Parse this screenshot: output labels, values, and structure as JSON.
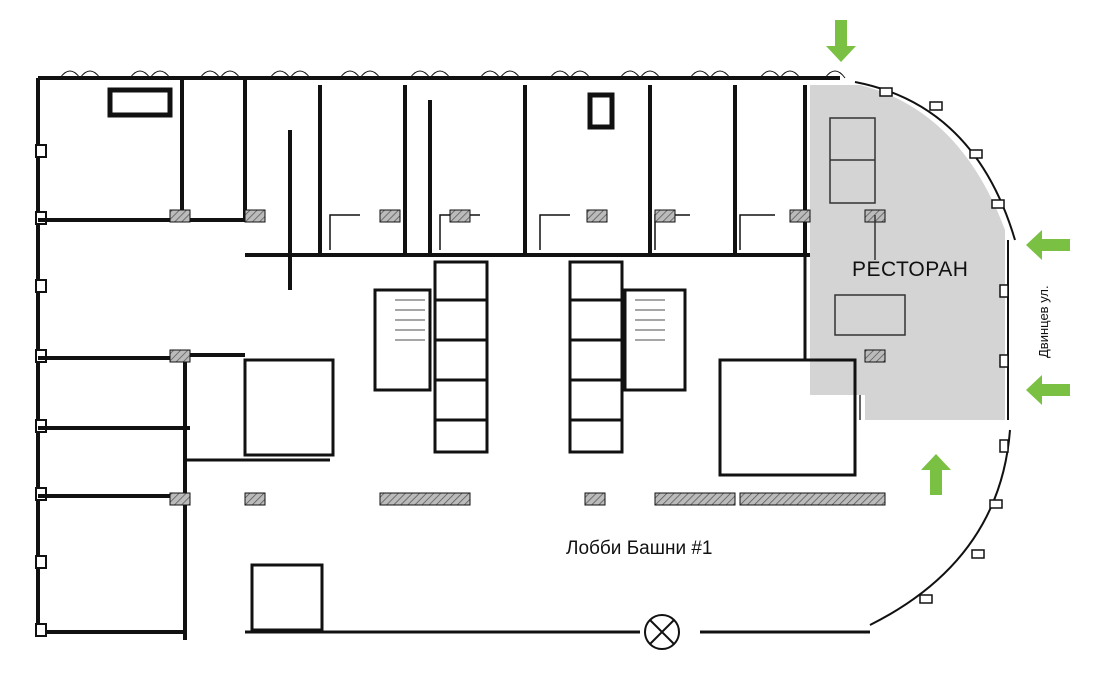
{
  "labels": {
    "restaurant": "РЕСТОРАН",
    "lobby": "Лобби Башни #1",
    "street": "Двинцев ул."
  },
  "colors": {
    "wall": "#111111",
    "restaurant_fill": "#d4d4d4",
    "entrance_arrow": "#7ac143",
    "column_hatch": "#888888"
  },
  "entrances": [
    {
      "name": "entrance-arrow-top",
      "direction": "down"
    },
    {
      "name": "entrance-arrow-right-upper",
      "direction": "left"
    },
    {
      "name": "entrance-arrow-right-lower",
      "direction": "left"
    },
    {
      "name": "entrance-arrow-bottom",
      "direction": "up"
    }
  ]
}
